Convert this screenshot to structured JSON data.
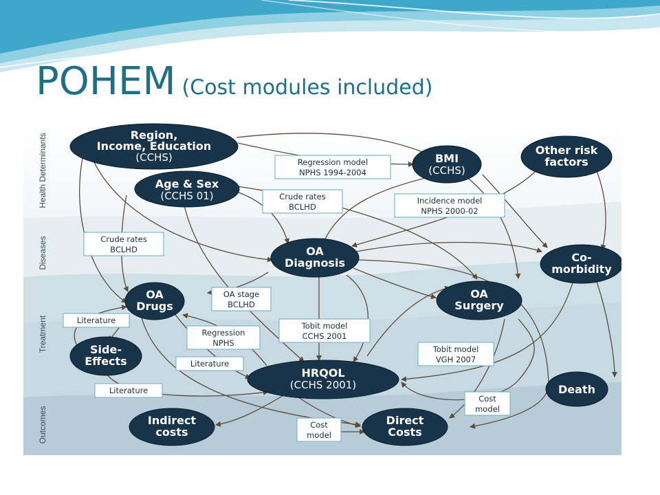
{
  "title": {
    "main": "POHEM",
    "sub": "(Cost modules included)"
  },
  "bands": {
    "health_determinants": "Health Determinants",
    "diseases": "Diseases",
    "treatment": "Treatment",
    "outcomes": "Outcomes"
  },
  "nodes": {
    "region": {
      "line1": "Region,",
      "line2": "Income, Education",
      "line3": "(CCHS)"
    },
    "age_sex": {
      "line1": "Age & Sex",
      "line2": "(CCHS 01)"
    },
    "bmi": {
      "line1": "BMI",
      "line2": "(CCHS)"
    },
    "other_risk": {
      "line1": "Other risk",
      "line2": "factors"
    },
    "oa_diagnosis": {
      "line1": "OA",
      "line2": "Diagnosis"
    },
    "comorbidity": {
      "line1": "Co-",
      "line2": "morbidity"
    },
    "oa_drugs": {
      "line1": "OA",
      "line2": "Drugs"
    },
    "oa_surgery": {
      "line1": "OA",
      "line2": "Surgery"
    },
    "side_effects": {
      "line1": "Side-",
      "line2": "Effects"
    },
    "hrqol": {
      "line1": "HRQOL",
      "line2": "(CCHS 2001)"
    },
    "death": {
      "line1": "Death"
    },
    "indirect_costs": {
      "line1": "Indirect",
      "line2": "costs"
    },
    "direct_costs": {
      "line1": "Direct",
      "line2": "Costs"
    }
  },
  "labels": {
    "regression_nphs_1994": {
      "line1": "Regression model",
      "line2": "NPHS 1994-2004"
    },
    "crude_rates_1": {
      "line1": "Crude rates",
      "line2": "BCLHD"
    },
    "incidence_model": {
      "line1": "Incidence model",
      "line2": "NPHS 2000-02"
    },
    "crude_rates_2": {
      "line1": "Crude rates",
      "line2": "BCLHD"
    },
    "oa_stage": {
      "line1": "OA stage",
      "line2": "BCLHD"
    },
    "literature_1": {
      "line1": "Literature"
    },
    "regression_nphs": {
      "line1": "Regression",
      "line2": "NPHS"
    },
    "tobit_cchs": {
      "line1": "Tobit model",
      "line2": "CCHS 2001"
    },
    "tobit_vgh": {
      "line1": "Tobit model",
      "line2": "VGH 2007"
    },
    "literature_2": {
      "line1": "Literature"
    },
    "literature_3": {
      "line1": "Literature"
    },
    "cost_model_1": {
      "line1": "Cost",
      "line2": "model"
    },
    "cost_model_2": {
      "line1": "Cost",
      "line2": "model"
    }
  },
  "colors": {
    "node_fill": "#17344a",
    "arrow": "#5e4a3a",
    "label_border": "#7fb6cc",
    "title": "#1f6f86"
  }
}
